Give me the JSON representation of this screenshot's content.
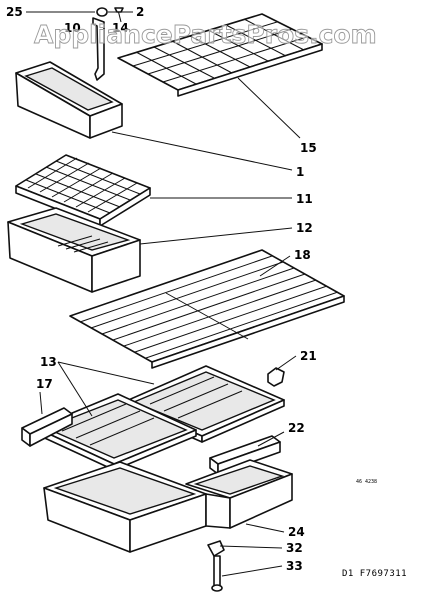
{
  "watermark": "AppliancePartsPros.com",
  "callouts": {
    "c25": "25",
    "c2": "2",
    "c10": "10",
    "c14": "14",
    "c15": "15",
    "c1": "1",
    "c11": "11",
    "c12": "12",
    "c18": "18",
    "c13": "13",
    "c21": "21",
    "c17": "17",
    "c22": "22",
    "c24": "24",
    "c32": "32",
    "c33": "33"
  },
  "small_code": "46 4238",
  "drawing_code": "D1  F7697311"
}
